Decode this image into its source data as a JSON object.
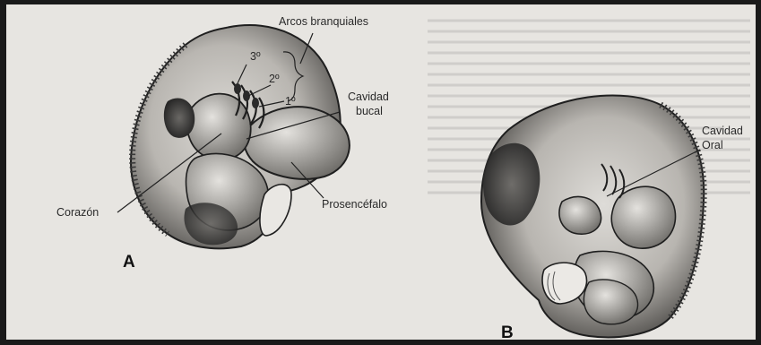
{
  "figure_a": {
    "panel_label": "A",
    "labels": {
      "arcos_branquiales": "Arcos branquiales",
      "arch_3": "3º",
      "arch_2": "2º",
      "arch_1": "1º",
      "cavidad_bucal_line1": "Cavidad",
      "cavidad_bucal_line2": "bucal",
      "corazon": "Corazón",
      "prosencefalo": "Prosencéfalo"
    }
  },
  "figure_b": {
    "panel_label": "B",
    "labels": {
      "cavidad_oral_line1": "Cavidad",
      "cavidad_oral_line2": "Oral"
    }
  },
  "colors": {
    "paper": "#e7e5e1",
    "ink": "#1f1f1f",
    "shade": "#8c8a86"
  }
}
